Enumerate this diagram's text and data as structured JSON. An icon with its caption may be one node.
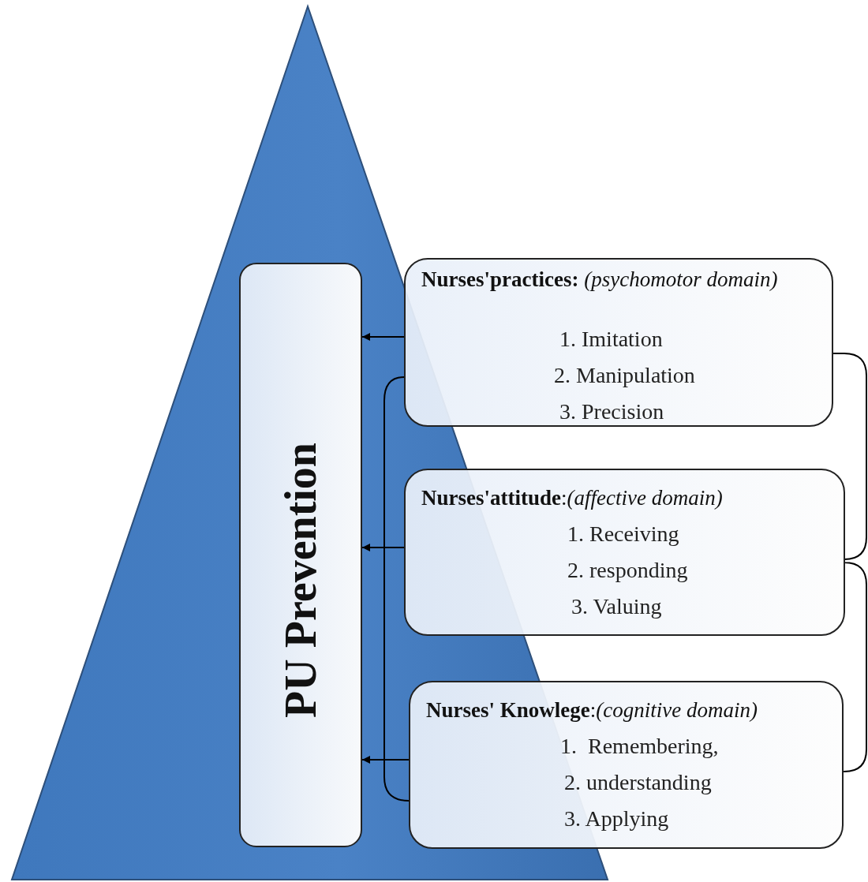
{
  "diagram": {
    "nodes": [
      {
        "text": [
          "PU Prevention"
        ]
      },
      {
        "text": [
          "**Nurses'practices:** *(psychomotor domain)*",
          "1. Imitation",
          "2. Manipulation",
          "3. Precision"
        ]
      },
      {
        "text": [
          "**Nurses'attitude**:*(affective domain)*",
          "1. Receiving",
          "2. responding",
          "3. Valuing"
        ]
      },
      {
        "text": [
          "**Nurses' Knowlege**:*(cognitive domain)*",
          "1.  Remembering,",
          "2. understanding",
          "3. Applying"
        ]
      }
    ],
    "edges": [
      {
        "from": 1,
        "to": 0,
        "arrow": "to"
      },
      {
        "from": 2,
        "to": 0,
        "arrow": "to"
      },
      {
        "from": 3,
        "to": 0,
        "arrow": "to"
      },
      {
        "from": 1,
        "to": 2,
        "arrow": "none"
      },
      {
        "from": 2,
        "to": 3,
        "arrow": "none"
      },
      {
        "from": 1,
        "to": 3,
        "arrow": "none"
      }
    ]
  }
}
